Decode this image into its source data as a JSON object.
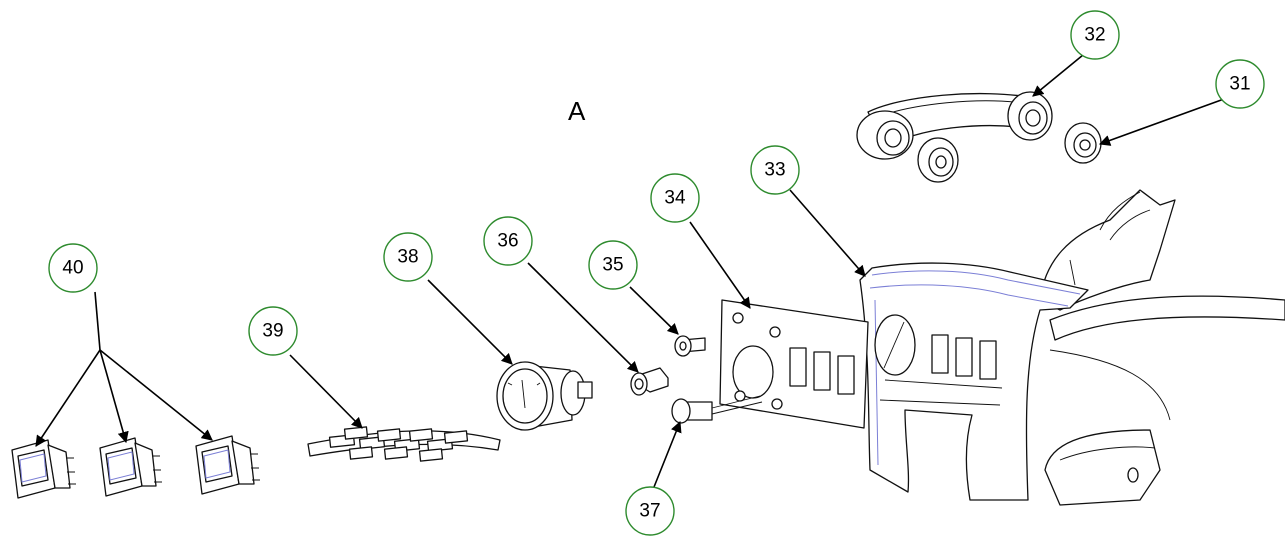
{
  "view_label": "A",
  "callouts": [
    {
      "id": "31",
      "label": "31"
    },
    {
      "id": "32",
      "label": "32"
    },
    {
      "id": "33",
      "label": "33"
    },
    {
      "id": "34",
      "label": "34"
    },
    {
      "id": "35",
      "label": "35"
    },
    {
      "id": "36",
      "label": "36"
    },
    {
      "id": "37",
      "label": "37"
    },
    {
      "id": "38",
      "label": "38"
    },
    {
      "id": "39",
      "label": "39"
    },
    {
      "id": "40",
      "label": "40"
    }
  ],
  "colors": {
    "callout_stroke": "#2e8b2e",
    "line": "#000000",
    "highlight": "#7b7fd6"
  }
}
